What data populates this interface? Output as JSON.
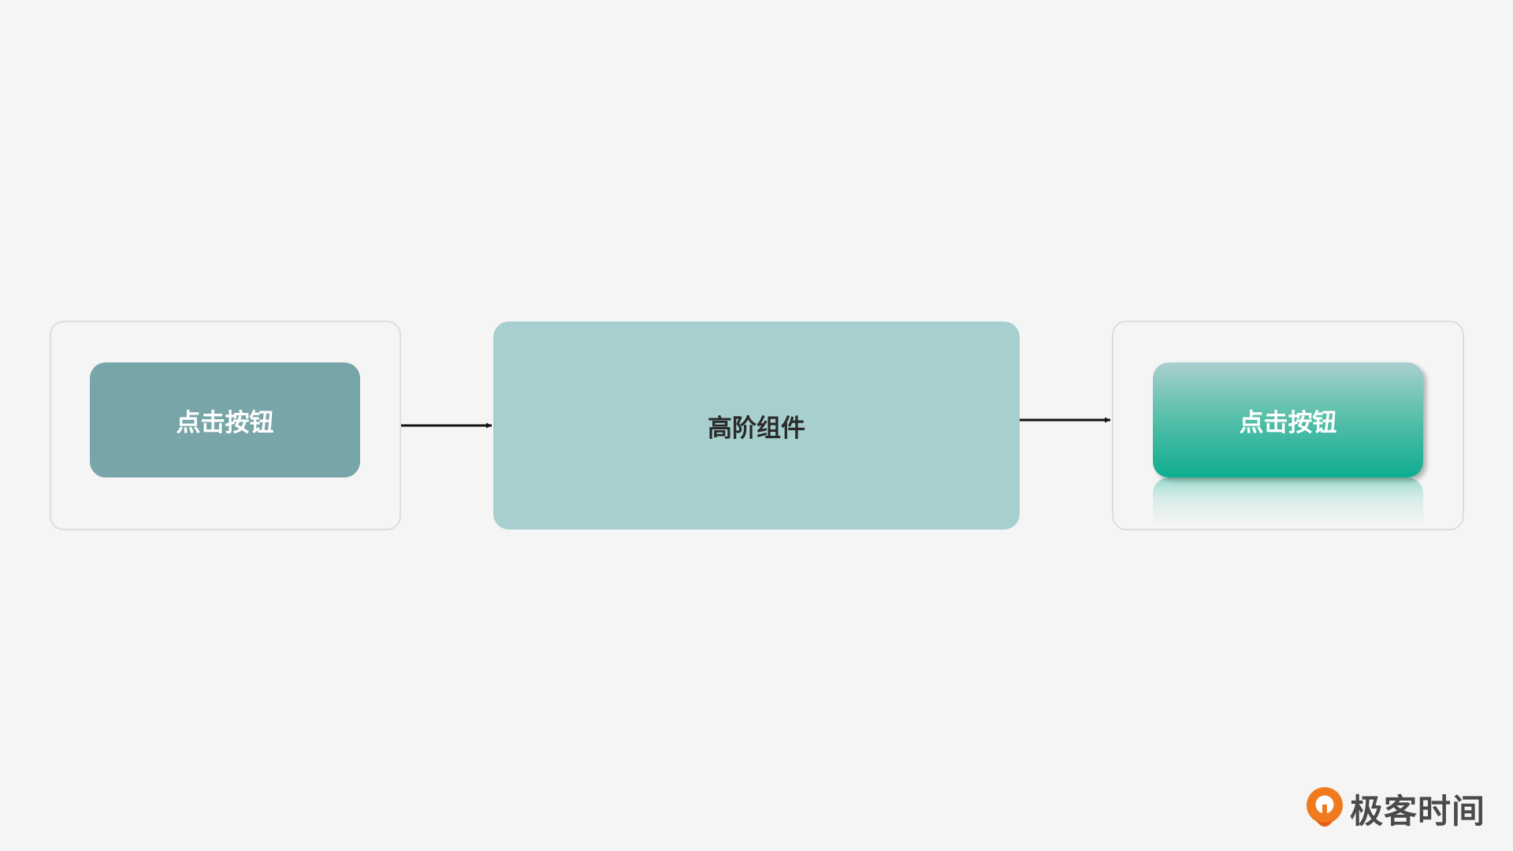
{
  "diagram": {
    "input_button_label": "点击按钮",
    "hoc_label": "高阶组件",
    "output_button_label": "点击按钮"
  },
  "logo": {
    "text": "极客时间",
    "icon": "geektime-logo-icon"
  },
  "colors": {
    "background": "#f4f5f4",
    "input_button": "#78a6a8",
    "hoc_box": "#a7cfcf",
    "output_button_top": "#a9cfcf",
    "output_button_bottom": "#0ead90",
    "logo_orange": "#f07b1e",
    "logo_text": "#4a4a4a"
  }
}
